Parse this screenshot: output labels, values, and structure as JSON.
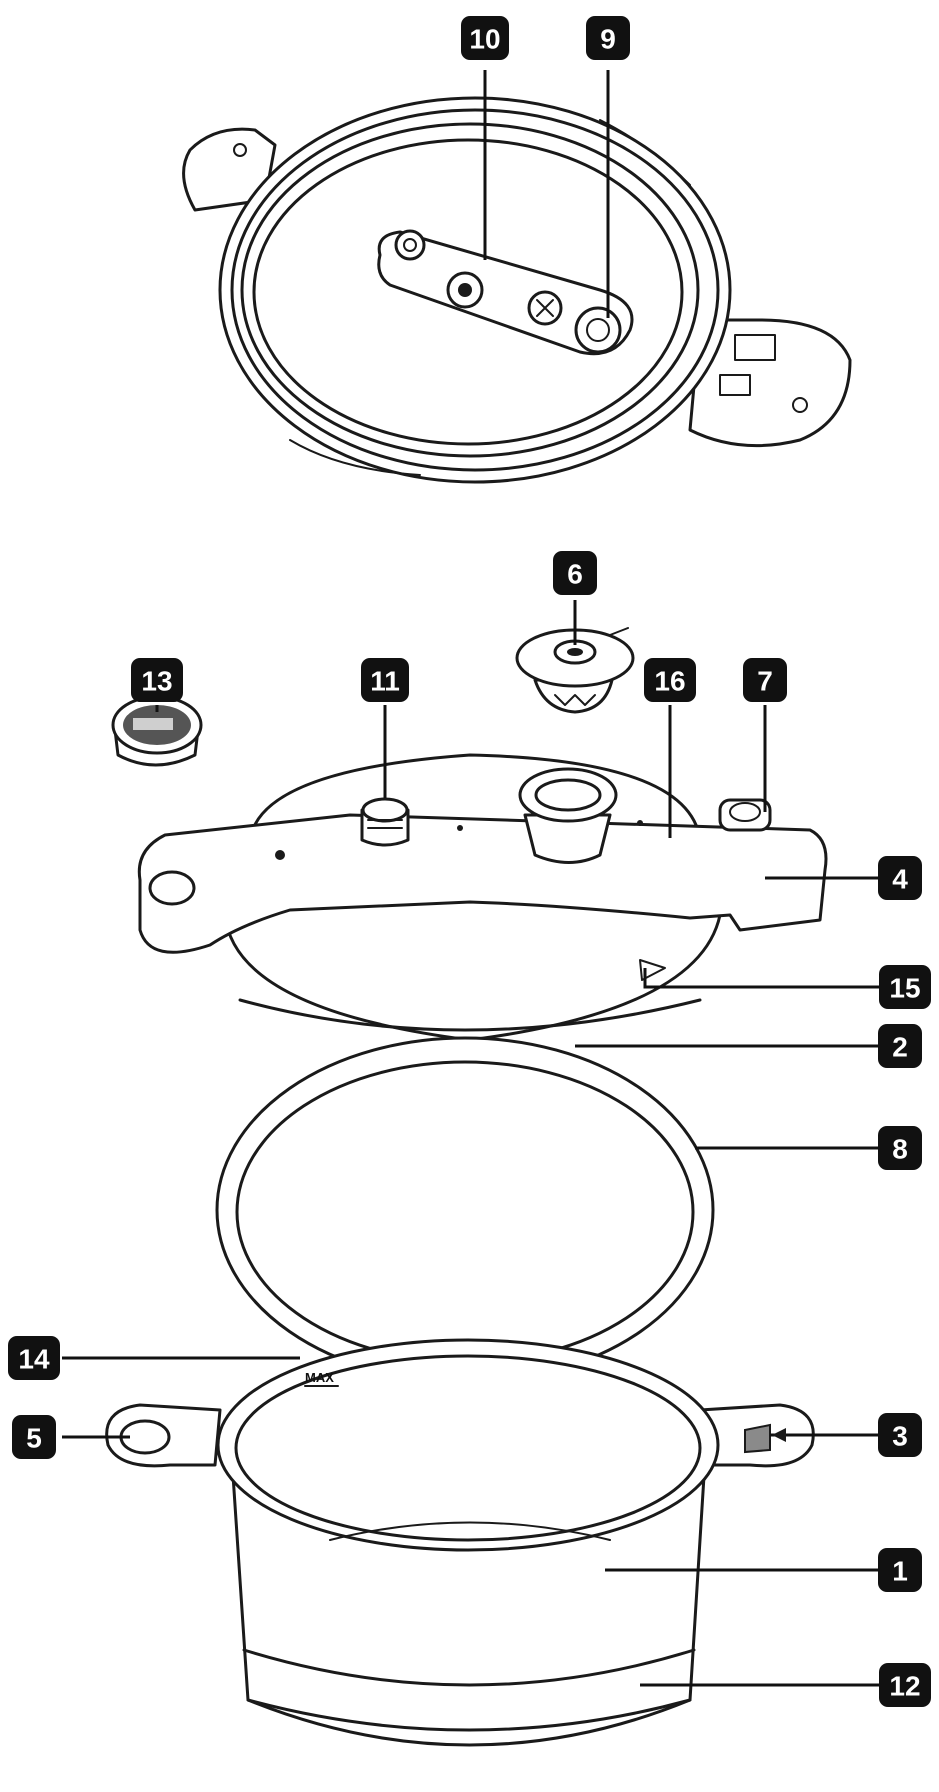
{
  "labels": {
    "p1": "1",
    "p2": "2",
    "p3": "3",
    "p4": "4",
    "p5": "5",
    "p6": "6",
    "p7": "7",
    "p8": "8",
    "p9": "9",
    "p10": "10",
    "p11": "11",
    "p12": "12",
    "p13": "13",
    "p14": "14",
    "p15": "15",
    "p16": "16"
  },
  "pot": {
    "max_mark": "MAX"
  }
}
